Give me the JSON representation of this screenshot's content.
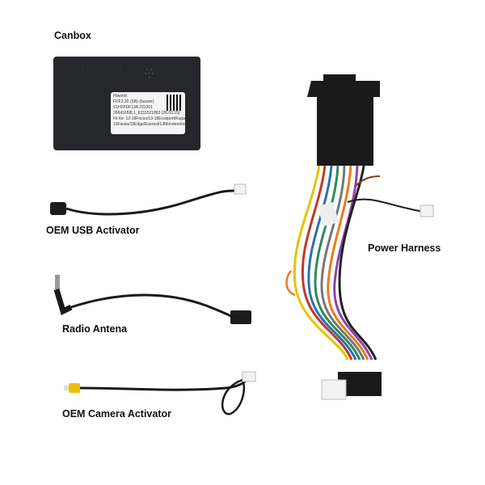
{
  "labels": {
    "canbox": "Canbox",
    "usb": "OEM USB Activator",
    "radio": "Radio Antena",
    "camera": "OEM Camera Activator",
    "power": "Power Harness"
  },
  "canbox_device": {
    "brand": "Hiworld",
    "sticker_lines": [
      "Hiworld",
      "FDF2.20  (SB)  (buzzer)",
      "S1H2FDF13A    231201",
      "26841658L1_6331521863  (26.03.15)",
      "Fit for: 12-18Focus/13-18Ecosport/Kuga",
      "13Fiesta/15Edge/Everest/13Mondeo/etc"
    ]
  }
}
